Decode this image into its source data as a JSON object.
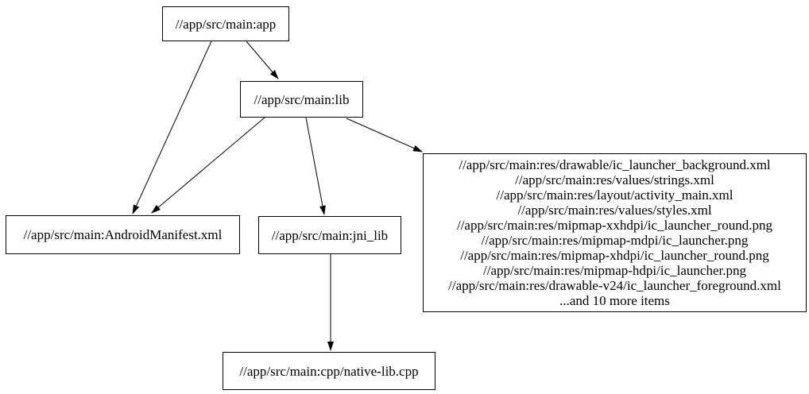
{
  "diagram": {
    "type": "dependency-graph",
    "colors": {
      "background": "#ffffff",
      "node_border": "#000000",
      "node_fill": "#ffffff",
      "edge": "#000000",
      "text": "#000000"
    },
    "nodes": {
      "app": {
        "label": "//app/src/main:app"
      },
      "lib": {
        "label": "//app/src/main:lib"
      },
      "manifest": {
        "label": "//app/src/main:AndroidManifest.xml"
      },
      "jni_lib": {
        "label": "//app/src/main:jni_lib"
      },
      "resources": {
        "lines": [
          "//app/src/main:res/drawable/ic_launcher_background.xml",
          "//app/src/main:res/values/strings.xml",
          "//app/src/main:res/layout/activity_main.xml",
          "//app/src/main:res/values/styles.xml",
          "//app/src/main:res/mipmap-xxhdpi/ic_launcher_round.png",
          "//app/src/main:res/mipmap-mdpi/ic_launcher.png",
          "//app/src/main:res/mipmap-xhdpi/ic_launcher_round.png",
          "//app/src/main:res/mipmap-hdpi/ic_launcher.png",
          "//app/src/main:res/drawable-v24/ic_launcher_foreground.xml",
          "...and 10 more items"
        ]
      },
      "native_lib": {
        "label": "//app/src/main:cpp/native-lib.cpp"
      }
    },
    "edges": [
      {
        "from": "app",
        "to": "lib"
      },
      {
        "from": "app",
        "to": "manifest"
      },
      {
        "from": "lib",
        "to": "manifest"
      },
      {
        "from": "lib",
        "to": "jni_lib"
      },
      {
        "from": "lib",
        "to": "resources"
      },
      {
        "from": "jni_lib",
        "to": "native_lib"
      }
    ]
  }
}
